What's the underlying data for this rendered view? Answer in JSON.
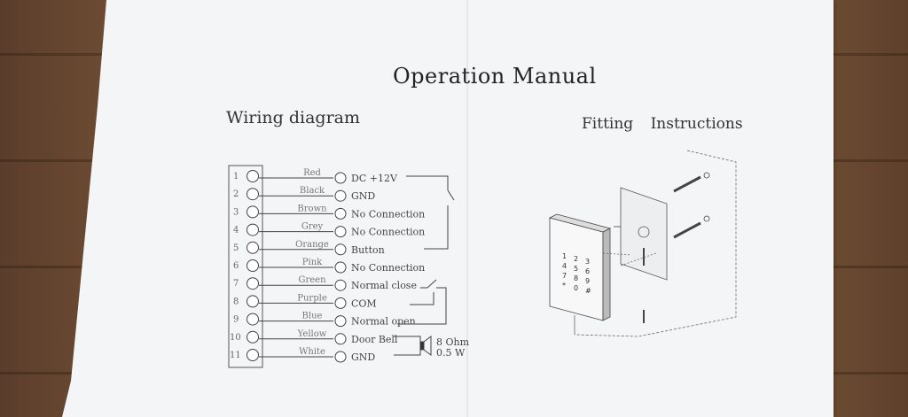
{
  "document": {
    "title": "Operation Manual",
    "wiring_heading": "Wiring diagram",
    "fitting_heading": "Fitting Instructions"
  },
  "wiring": {
    "pins": [
      {
        "num": "1",
        "color": "Red",
        "function": "DC +12V"
      },
      {
        "num": "2",
        "color": "Black",
        "function": "GND"
      },
      {
        "num": "3",
        "color": "Brown",
        "function": "No Connection"
      },
      {
        "num": "4",
        "color": "Grey",
        "function": "No Connection"
      },
      {
        "num": "5",
        "color": "Orange",
        "function": "Button"
      },
      {
        "num": "6",
        "color": "Pink",
        "function": "No Connection"
      },
      {
        "num": "7",
        "color": "Green",
        "function": "Normal close"
      },
      {
        "num": "8",
        "color": "Purple",
        "function": "COM"
      },
      {
        "num": "9",
        "color": "Blue",
        "function": "Normal open"
      },
      {
        "num": "10",
        "color": "Yellow",
        "function": "Door Bell"
      },
      {
        "num": "11",
        "color": "White",
        "function": "GND"
      }
    ],
    "speaker_spec": [
      "8 Ohm",
      "0.5 W"
    ]
  },
  "keypad": {
    "keys": [
      "1",
      "2",
      "3",
      "4",
      "5",
      "6",
      "7",
      "8",
      "9",
      "*",
      "0",
      "#"
    ]
  }
}
